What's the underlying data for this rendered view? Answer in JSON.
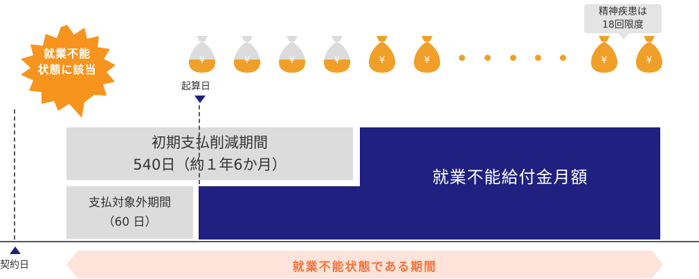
{
  "badge": {
    "line1": "就業不能",
    "line2": "状態に該当"
  },
  "callout": {
    "line1": "精神疾患は",
    "line2": "18回限度"
  },
  "bag_symbol": "¥",
  "labels": {
    "contract_date": "契約日",
    "start_date": "起算日"
  },
  "initial_period": {
    "line1": "初期支払削減期間",
    "line2": "540日（約１年6か月）"
  },
  "excluded_period": {
    "line1": "支払対象外期間",
    "line2": "（60 日）"
  },
  "benefit": {
    "label": "就業不能給付金月額"
  },
  "disability_period": {
    "label": "就業不能状態である期間"
  },
  "colors": {
    "orange": "#f0a028",
    "orange_badge": "#f6941d",
    "navy": "#1f2080",
    "gray_block": "#dcdcdc",
    "bag_gray": "#dcdcdc",
    "band_pink": "#fde3d9",
    "band_text": "#f0753f"
  }
}
